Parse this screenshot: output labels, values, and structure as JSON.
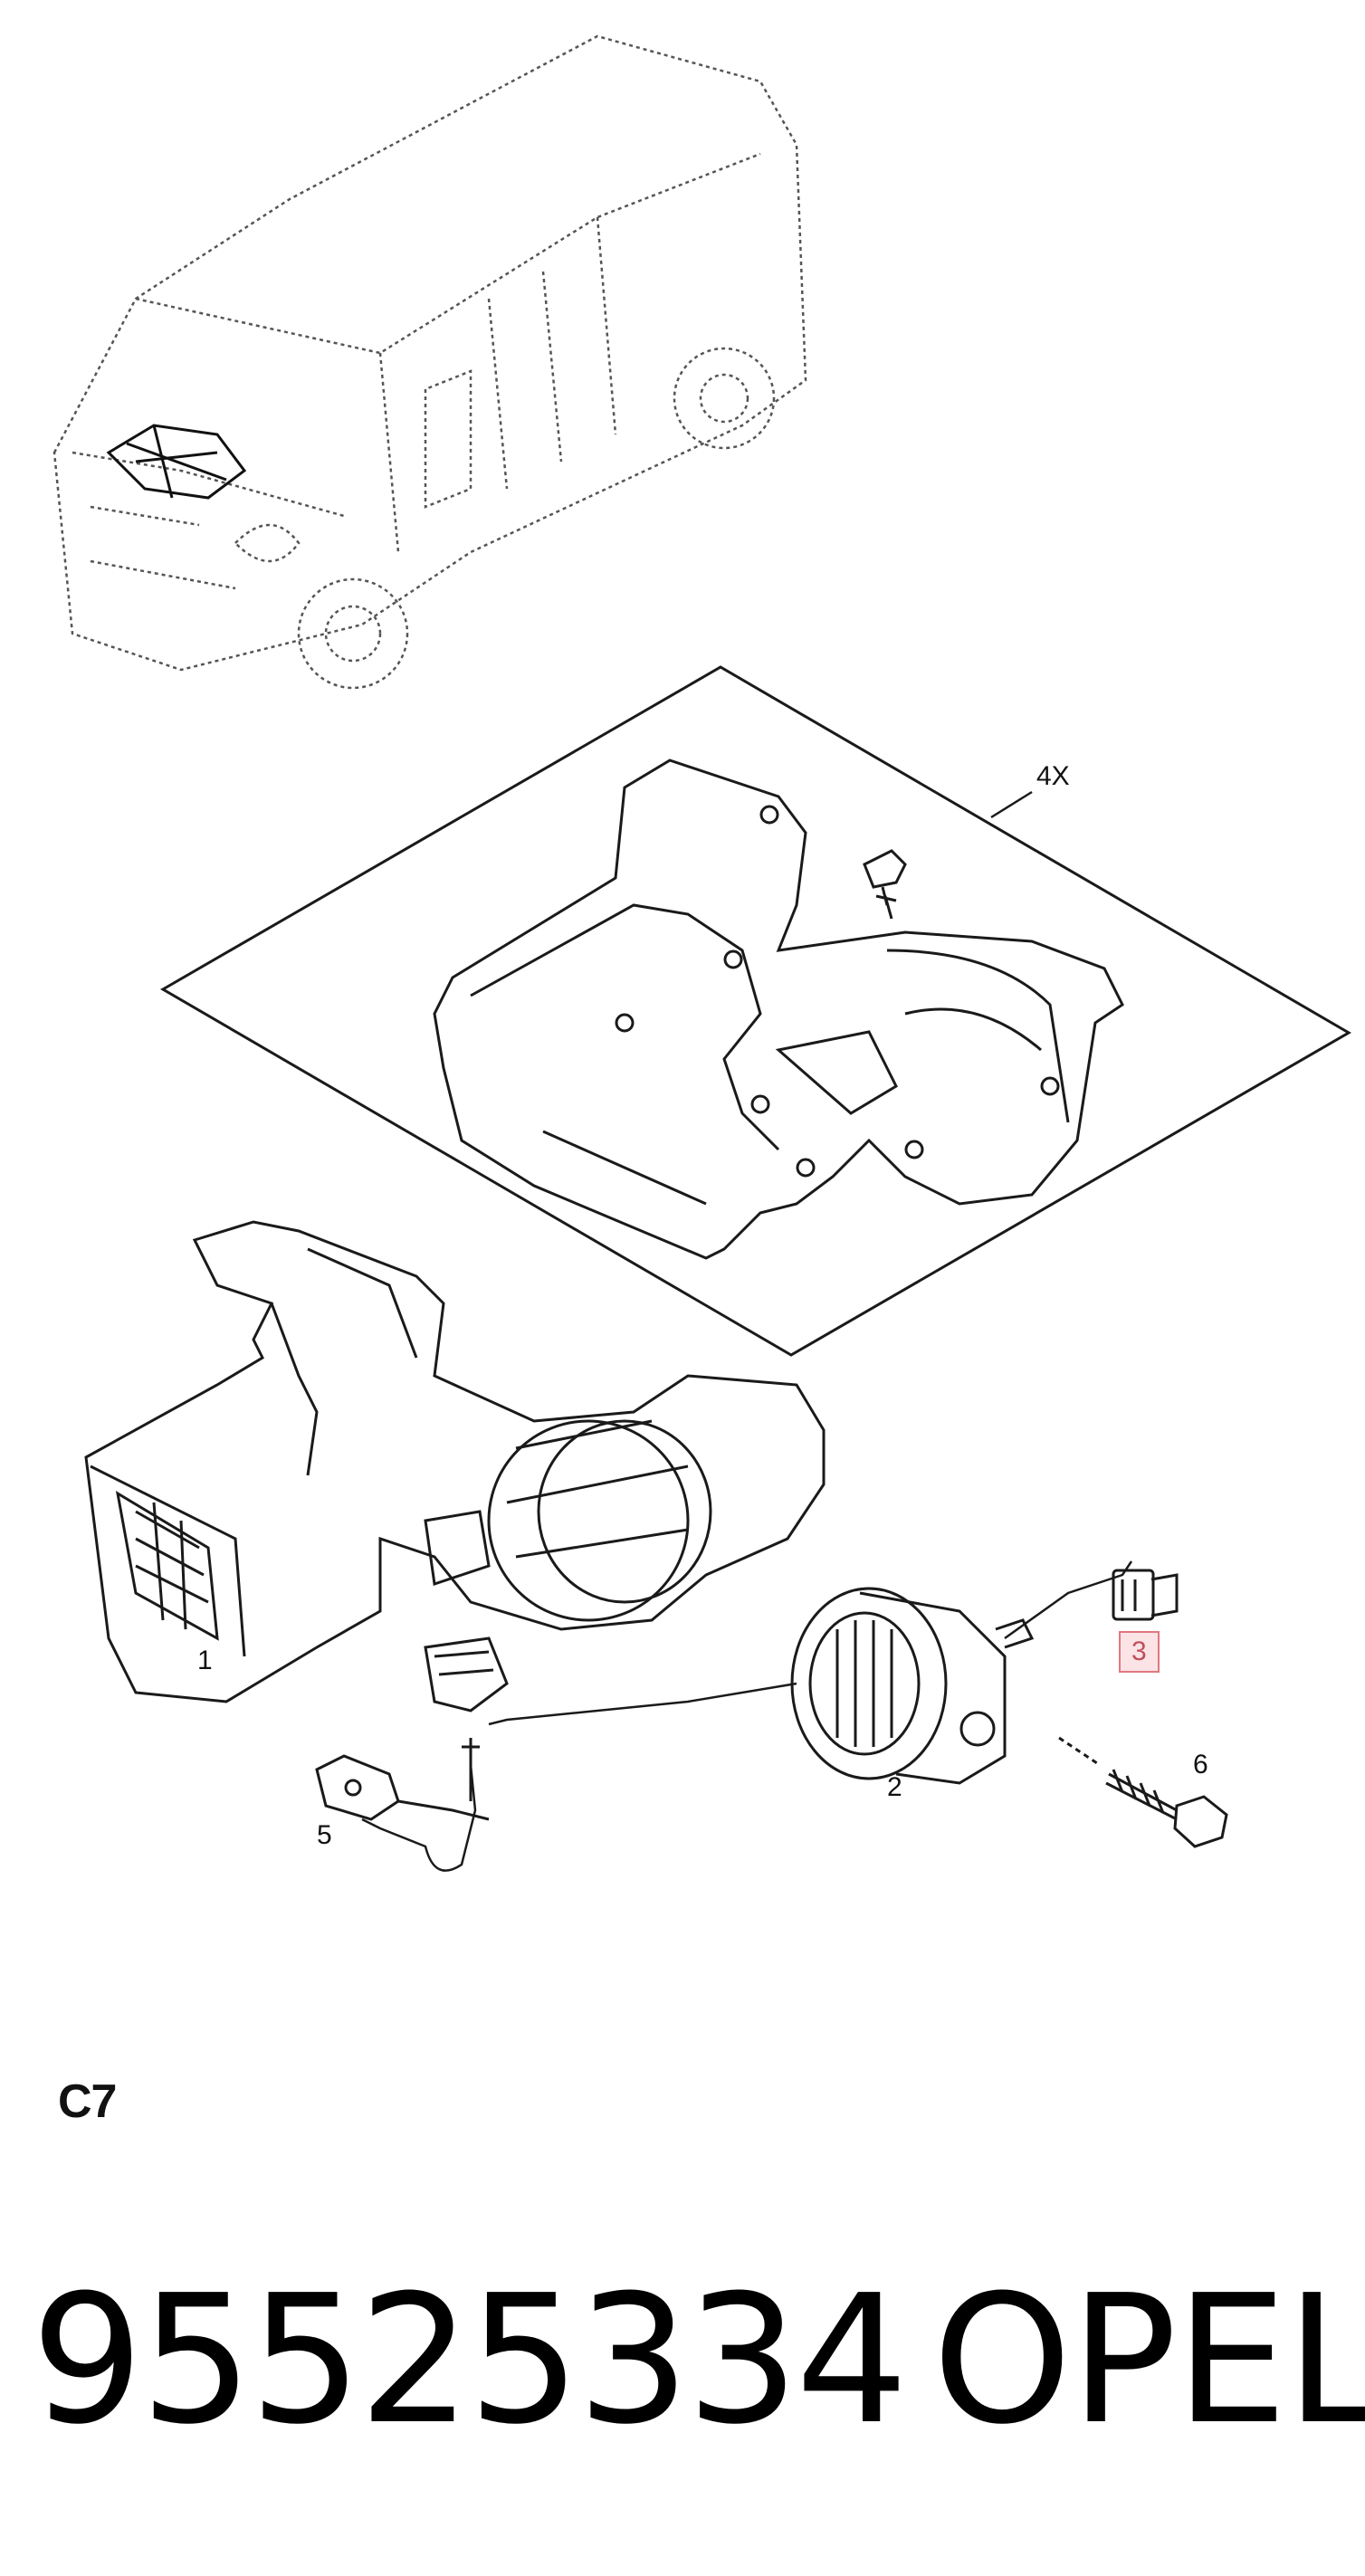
{
  "callouts": {
    "c1": "1",
    "c2": "2",
    "c3": "3",
    "c4x": "4X",
    "c5": "5",
    "c6": "6"
  },
  "section_code": "C7",
  "footer": {
    "part_number": "95525334",
    "brand": "OPEL"
  },
  "colors": {
    "line": "#1a1a1a",
    "dotted": "#555555",
    "highlight_border": "#e07880",
    "highlight_fill": "#fbe3e6"
  }
}
